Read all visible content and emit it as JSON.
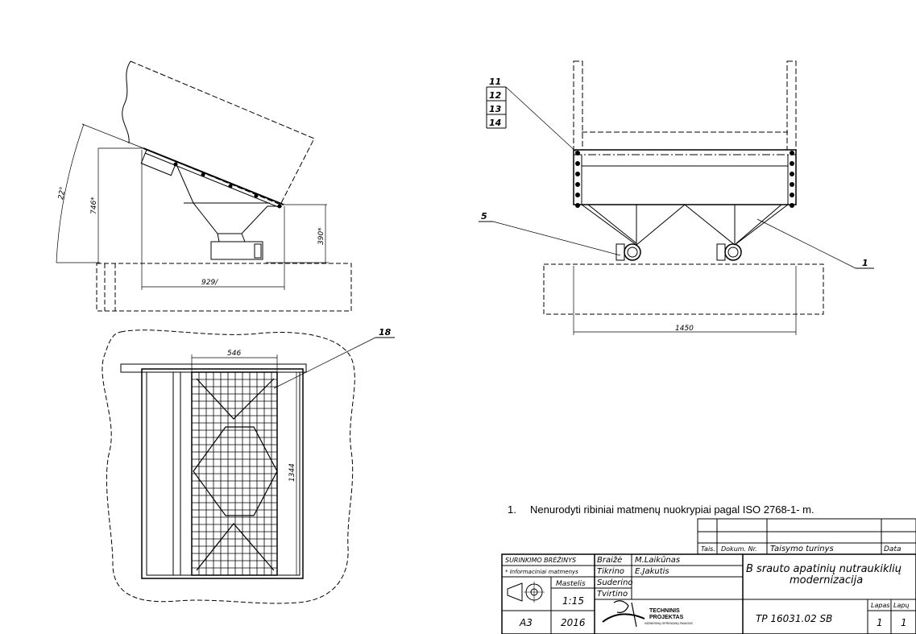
{
  "drawing": {
    "side_view": {
      "angle": "22°",
      "height": "746*",
      "lower_height": "390*",
      "width": "929/"
    },
    "front_view": {
      "width": "1450",
      "callouts": [
        "11",
        "12",
        "13",
        "14",
        "5",
        "1"
      ]
    },
    "plan_view": {
      "width": "546",
      "length": "1344",
      "callout": "18"
    }
  },
  "notes": {
    "number": "1.",
    "text": "Nenurodyti ribiniai matmenų nuokrypiai pagal ISO 2768-1- m."
  },
  "revision_table": {
    "col1": "Tais.",
    "col2": "Dokum. Nr.",
    "col3": "Taisymo turinys",
    "col4": "Data"
  },
  "title_block": {
    "doc_type": "SURINKIMO BRĖŽINYS",
    "subtype": "* Informaciniai matmenys",
    "scale_label": "Mastelis",
    "scale": "1:15",
    "format": "A3",
    "year": "2016",
    "roles": [
      "Braižė",
      "Tikrino",
      "Suderino",
      "Tvirtino"
    ],
    "names": [
      "M.Laikūnas",
      "E.Jakutis",
      "",
      ""
    ],
    "title_line1": "B srauto apatinių nutraukiklių",
    "title_line2": "modernizacija",
    "doc_number": "TP 16031.02 SB",
    "sheet_label": "Lapas",
    "sheets_label": "Lapų",
    "sheet": "1",
    "sheets": "1",
    "company_line1": "TECHNINIS",
    "company_line2": "PROJEKTAS",
    "company_tagline": "INŽINERINIŲ SPRENDIMŲ PAMATAS"
  }
}
